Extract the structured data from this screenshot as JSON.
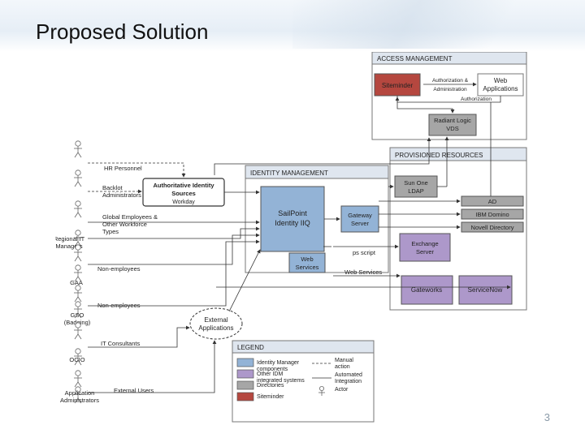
{
  "slide": {
    "title": "Proposed Solution",
    "page_number": "3"
  },
  "panels": {
    "access_management": "ACCESS MANAGEMENT",
    "provisioned_resources": "PROVISIONED RESOURCES",
    "identity_management": "IDENTITY MANAGEMENT",
    "legend": "LEGEND"
  },
  "nodes": {
    "siteminder": "Siteminder",
    "web_applications": [
      "Web",
      "Applications"
    ],
    "radiant_logic": [
      "Radiant Logic",
      "VDS"
    ],
    "sun_one": [
      "Sun One",
      "LDAP"
    ],
    "ad": "AD",
    "ibm_domino": "IBM Domino",
    "novell": "Novell Directory",
    "sailpoint": [
      "SailPoint",
      "Identity IIQ"
    ],
    "gateway": [
      "Gateway",
      "Server"
    ],
    "exchange": [
      "Exchange",
      "Server"
    ],
    "web_services": [
      "Web",
      "Services"
    ],
    "gateworks": "Gateworks",
    "servicenow": "ServiceNow",
    "auth_sources": [
      "Authoritative Identity",
      "Sources"
    ],
    "auth_sources_sub": "Workday",
    "external_apps": [
      "External",
      "Applications"
    ]
  },
  "edges": {
    "authz_admin": [
      "Authorization &",
      "Administration"
    ],
    "authorization": "Authorization",
    "ps_script": "ps script",
    "web_services_label": "Web Services"
  },
  "actors": [
    {
      "label": [
        "HR Personnel"
      ]
    },
    {
      "label": [
        "Backlot",
        "Administrators"
      ]
    },
    {
      "label": [
        "Global Employees &",
        "Other Workforce",
        "Types"
      ]
    },
    {
      "label": [
        "Regional IT",
        "Managers"
      ]
    },
    {
      "label": [
        "Non-employees"
      ]
    },
    {
      "label": [
        "GAA"
      ]
    },
    {
      "label": [
        "Non-employees"
      ]
    },
    {
      "label": [
        "GSO",
        "(Badging)"
      ]
    },
    {
      "label": [
        "IT Consultants"
      ]
    },
    {
      "label": [
        "OCIO"
      ]
    },
    {
      "label": [
        "External Users"
      ]
    },
    {
      "label": [
        "Application",
        "Administrators"
      ]
    }
  ],
  "legend": {
    "items": [
      {
        "label": [
          "Identity Manager",
          "components"
        ],
        "color": "#93b3d6"
      },
      {
        "label": [
          "Other IDM",
          "integrated systems"
        ],
        "color": "#ad98ca"
      },
      {
        "label": [
          "Directories"
        ],
        "color": "#a6a6a6"
      },
      {
        "label": [
          "Siteminder"
        ],
        "color": "#b5473f"
      }
    ],
    "lines": [
      {
        "label": [
          "Manual",
          "action"
        ]
      },
      {
        "label": [
          "Automated",
          "Integration"
        ]
      },
      {
        "label": [
          "Actor"
        ]
      }
    ]
  },
  "colors": {
    "identity_blue": "#93b3d6",
    "integrated_purple": "#ad98ca",
    "directory_gray": "#a6a6a6",
    "siteminder_red": "#b5473f",
    "panel_header": "#dfe6ef"
  }
}
